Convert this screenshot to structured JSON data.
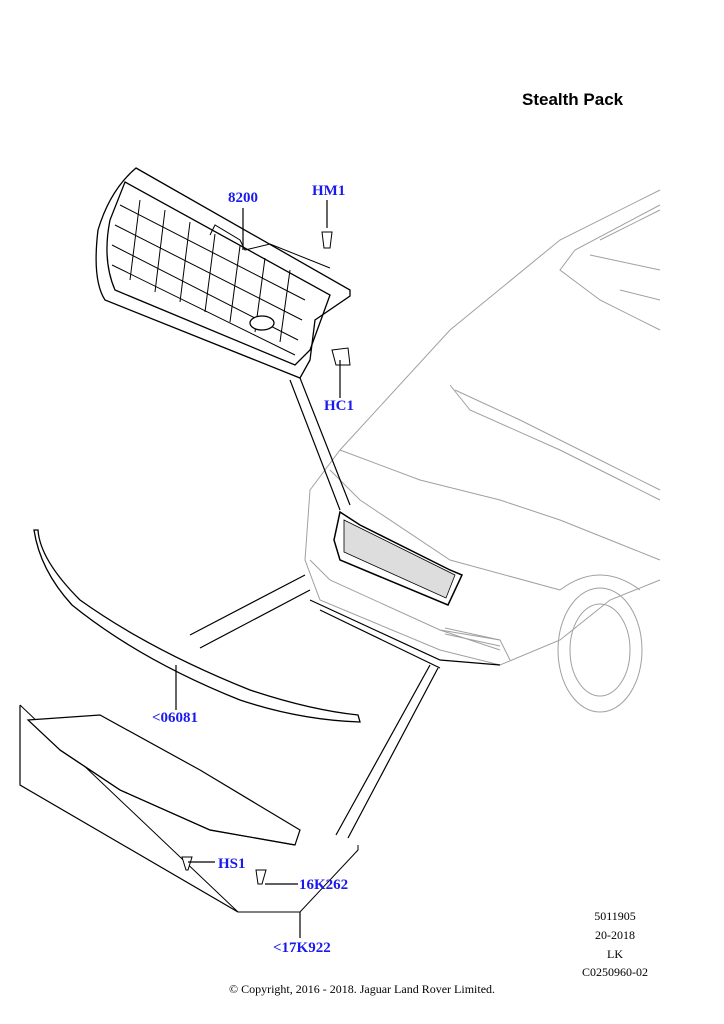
{
  "title": "Stealth Pack",
  "callouts": {
    "grille": "8200",
    "hm1": "HM1",
    "hc1": "HC1",
    "moulding": "<06081",
    "hs1": "HS1",
    "clip": "16K262",
    "undertray": "<17K922"
  },
  "meta": {
    "line1": "5011905",
    "line2": "20-2018",
    "line3": "LK",
    "line4": "C0250960-02"
  },
  "copyright": "© Copyright, 2016 - 2018. Jaguar Land Rover Limited.",
  "colors": {
    "callout": "#1a1aee",
    "line": "#000000",
    "car": "#9a9a9a"
  }
}
